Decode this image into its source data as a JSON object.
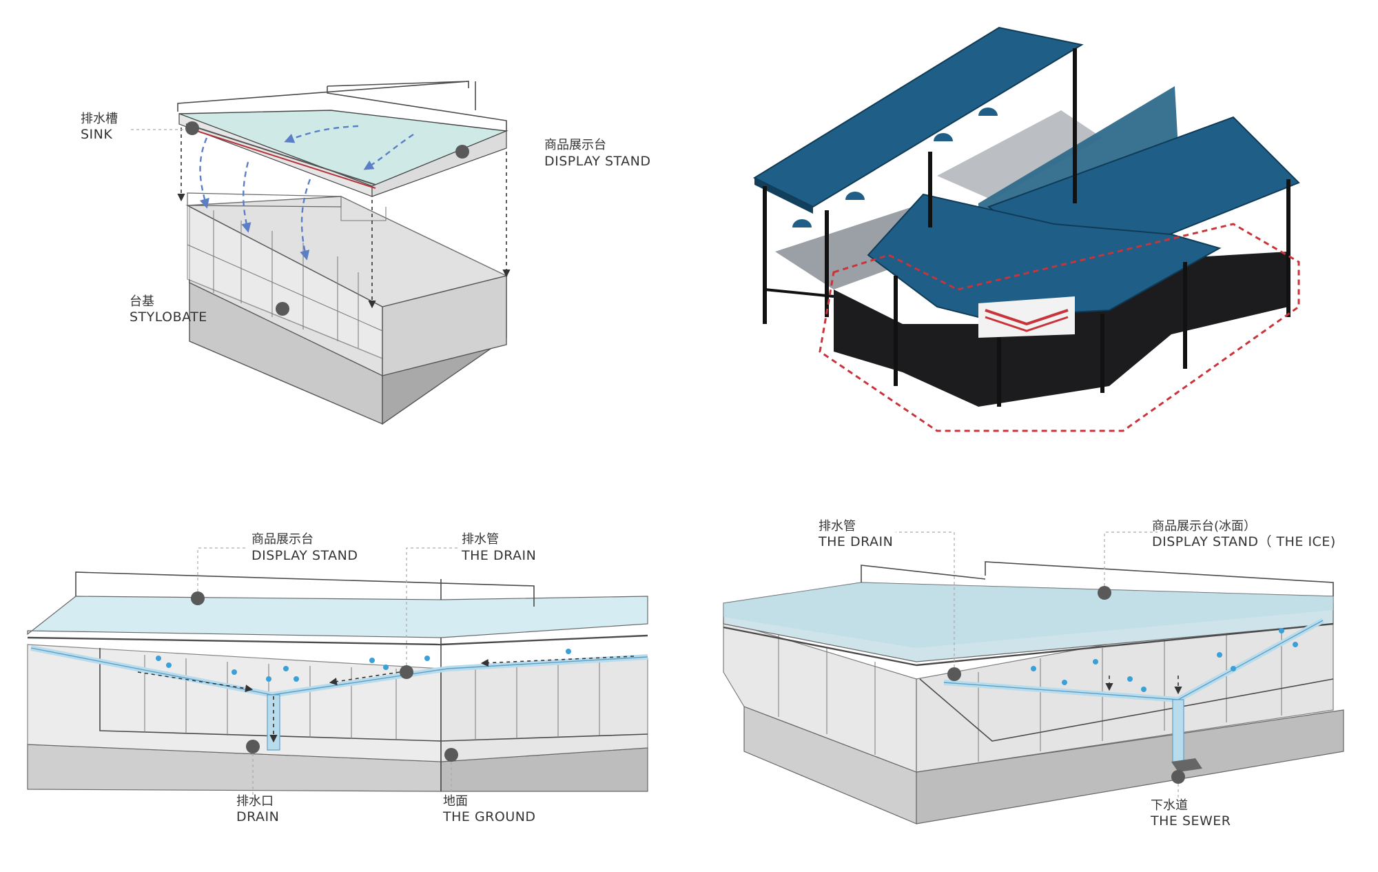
{
  "panel_top_left": {
    "sink": {
      "zh": "排水槽",
      "en": "SINK"
    },
    "display_stand": {
      "zh": "商品展示台",
      "en": "DISPLAY STAND"
    },
    "stylobate": {
      "zh": "台基",
      "en": "STYLOBATE"
    }
  },
  "panel_bottom_left": {
    "display_stand": {
      "zh": "商品展示台",
      "en": "DISPLAY STAND"
    },
    "the_drain": {
      "zh": "排水管",
      "en": "THE DRAIN"
    },
    "drain_outlet": {
      "zh": "排水口",
      "en": "DRAIN"
    },
    "the_ground": {
      "zh": "地面",
      "en": "THE GROUND"
    }
  },
  "panel_bottom_right": {
    "the_drain": {
      "zh": "排水管",
      "en": "THE DRAIN"
    },
    "display_stand_ice": {
      "zh": "商品展示台(冰面）",
      "en": "DISPLAY STAND（ THE ICE)"
    },
    "the_sewer": {
      "zh": "下水道",
      "en": "THE SEWER"
    }
  },
  "colors": {
    "roof_blue": "#1f5f87",
    "counter_black": "#1c1c1e",
    "ice_blue": "#d5ecf3",
    "water_blue": "#3aa0d8",
    "marker_red": "#c8343a",
    "marker_gray": "#595959"
  }
}
